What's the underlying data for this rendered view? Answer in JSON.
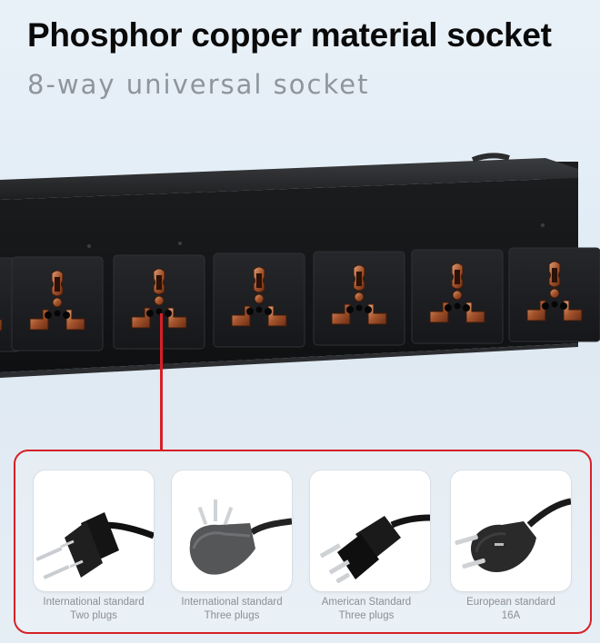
{
  "header": {
    "title": "Phosphor copper material socket",
    "subtitle": "8-way universal socket"
  },
  "plugs": [
    {
      "line1": "International standard",
      "line2": "Two plugs",
      "icon": "two-pin-plug-icon"
    },
    {
      "line1": "International standard",
      "line2": "Three plugs",
      "icon": "three-pin-angled-plug-icon"
    },
    {
      "line1": "American Standard",
      "line2": "Three plugs",
      "icon": "us-three-prong-plug-icon"
    },
    {
      "line1": "European standard",
      "line2": "16A",
      "icon": "schuko-plug-icon"
    }
  ],
  "colors": {
    "accent": "#d72027",
    "copper": "#b5643a",
    "chassis": "#121314"
  }
}
